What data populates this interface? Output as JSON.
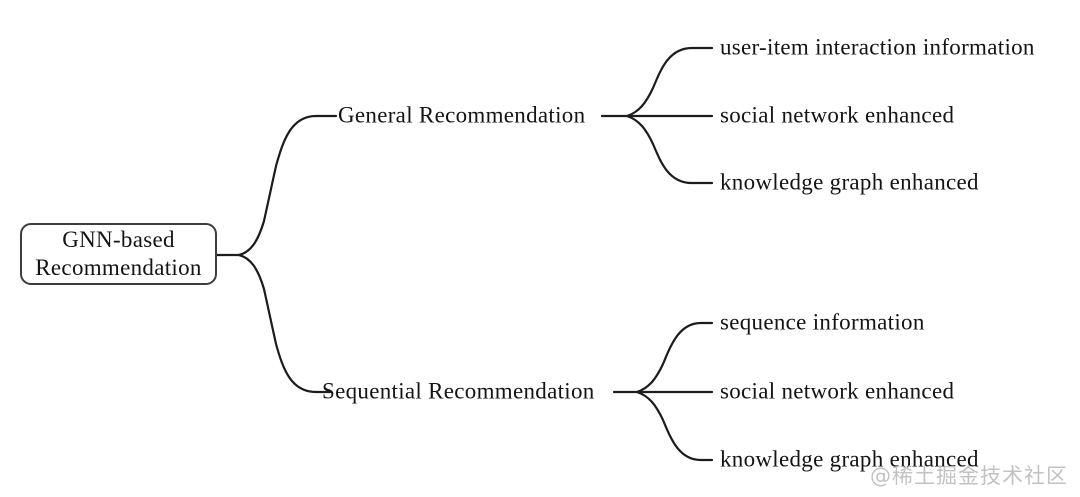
{
  "diagram": {
    "type": "mindmap-tree",
    "root": {
      "line1": "GNN-based",
      "line2": "Recommendation"
    },
    "branches": [
      {
        "label": "General Recommendation",
        "children": [
          "user-item interaction information",
          "social network enhanced",
          "knowledge graph enhanced"
        ]
      },
      {
        "label": "Sequential Recommendation",
        "children": [
          "sequence information",
          "social network enhanced",
          "knowledge graph enhanced"
        ]
      }
    ]
  },
  "watermark": "@稀土掘金技术社区",
  "colors": {
    "line": "#1c1c1c",
    "text": "#141414",
    "box_border": "#3d3d3d",
    "watermark": "#bcbcbc",
    "background": "#ffffff"
  }
}
